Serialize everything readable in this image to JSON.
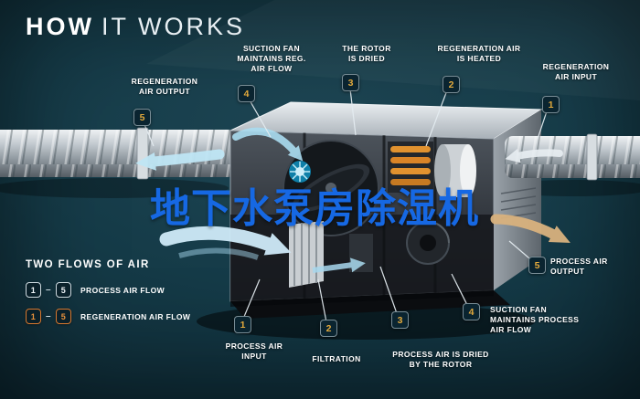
{
  "title": {
    "bold": "HOW",
    "light": "IT WORKS"
  },
  "watermark": "地下水泵房除湿机",
  "colors": {
    "background": "#12333f",
    "badge_number_gold": "#e2a93c",
    "watermark_blue": "#1668e3",
    "legend_process_white": "#eef4f7",
    "legend_regeneration_orange": "#d9782e",
    "airflow_blue": "#bfe6f5",
    "process_output_tan": "#d9b27e"
  },
  "callouts": {
    "top": [
      {
        "num": "5",
        "label": "REGENERATION AIR OUTPUT"
      },
      {
        "num": "4",
        "label": "SUCTION FAN MAINTAINS REG. AIR FLOW"
      },
      {
        "num": "3",
        "label": "THE ROTOR IS DRIED"
      },
      {
        "num": "2",
        "label": "REGENERATION AIR IS HEATED"
      },
      {
        "num": "1",
        "label": "REGENERATION AIR INPUT"
      }
    ],
    "bottom": [
      {
        "num": "1",
        "label": "PROCESS AIR INPUT"
      },
      {
        "num": "2",
        "label": "FILTRATION"
      },
      {
        "num": "3",
        "label": "PROCESS AIR IS DRIED BY THE ROTOR"
      },
      {
        "num": "4",
        "label": "SUCTION FAN MAINTAINS PROCESS AIR FLOW"
      },
      {
        "num": "5",
        "label": "PROCESS AIR OUTPUT"
      }
    ]
  },
  "legend": {
    "title": "TWO FLOWS OF AIR",
    "dash": "–",
    "rows": [
      {
        "from": "1",
        "to": "5",
        "label": "PROCESS AIR FLOW"
      },
      {
        "from": "1",
        "to": "5",
        "label": "REGENERATION AIR FLOW"
      }
    ]
  }
}
